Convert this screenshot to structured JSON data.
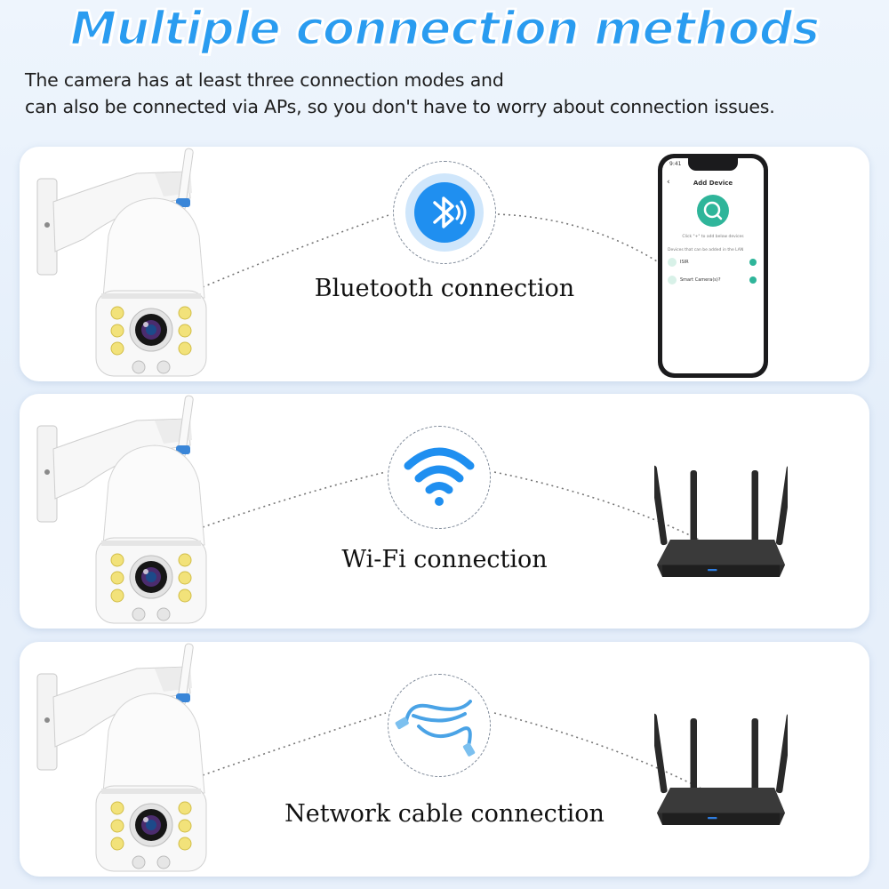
{
  "header": {
    "title": "Multiple connection methods",
    "subtitle_line1": "The camera has at least three connection modes and",
    "subtitle_line2": "can also be connected via APs, so you don't have to worry about connection issues."
  },
  "panels": [
    {
      "label": "Bluetooth connection",
      "icon": "bluetooth-icon",
      "device": "smartphone"
    },
    {
      "label": "Wi-Fi connection",
      "icon": "wifi-icon",
      "device": "router"
    },
    {
      "label": "Network cable connection",
      "icon": "ethernet-cable-icon",
      "device": "router"
    }
  ],
  "phone_screen": {
    "time": "9:41",
    "title": "Add Device",
    "hint": "Click \"+\" to add below devices",
    "lan_note": "Devices that can be added in the LAN",
    "device1": "ISIR",
    "device2": "Smart Camera(s)?"
  },
  "colors": {
    "title_blue": "#2a9cf0",
    "icon_blue": "#1f8ff0",
    "app_teal": "#2fb59a"
  }
}
